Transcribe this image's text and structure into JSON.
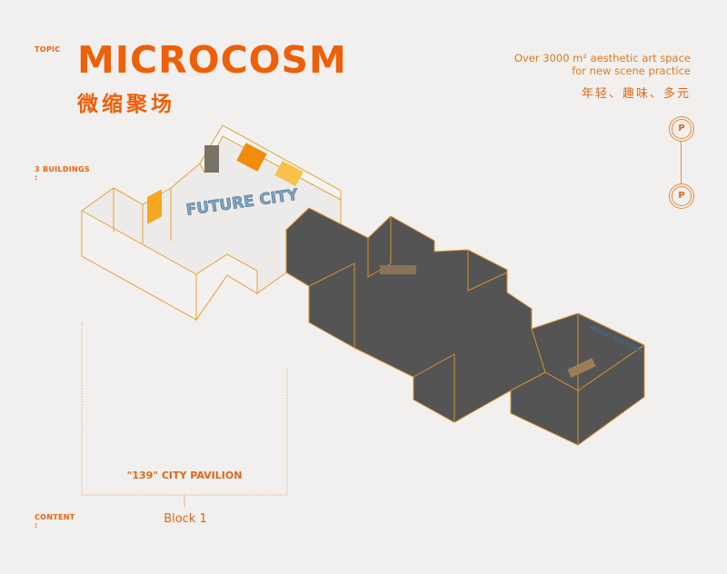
{
  "header": {
    "topic_label": "TOPIC",
    "title": "MICROCOSM",
    "subtitle_cn": "微缩聚场"
  },
  "side_labels": {
    "buildings": "3 BUILDINGS",
    "buildings_colon": ":",
    "content": "CONTENT",
    "content_colon": ":"
  },
  "description": {
    "line1": "Over 3000 m² aesthetic art space",
    "line2": "for new scene practice",
    "cn": "年轻、趣味、多元"
  },
  "markers": [
    {
      "label": "P"
    },
    {
      "label": "P"
    }
  ],
  "diagram": {
    "light_room_sign": "FUTURE CITY",
    "dark_room_sign": "MUSIC FESTIVAL",
    "colors": {
      "outline": "#e8a13a",
      "light_floor": "#ecebea",
      "dark_floor": "#555454",
      "accent": "#ee5f08"
    }
  },
  "caption": {
    "pavilion": "\"139\" CITY PAVILION",
    "block": "Block 1"
  }
}
